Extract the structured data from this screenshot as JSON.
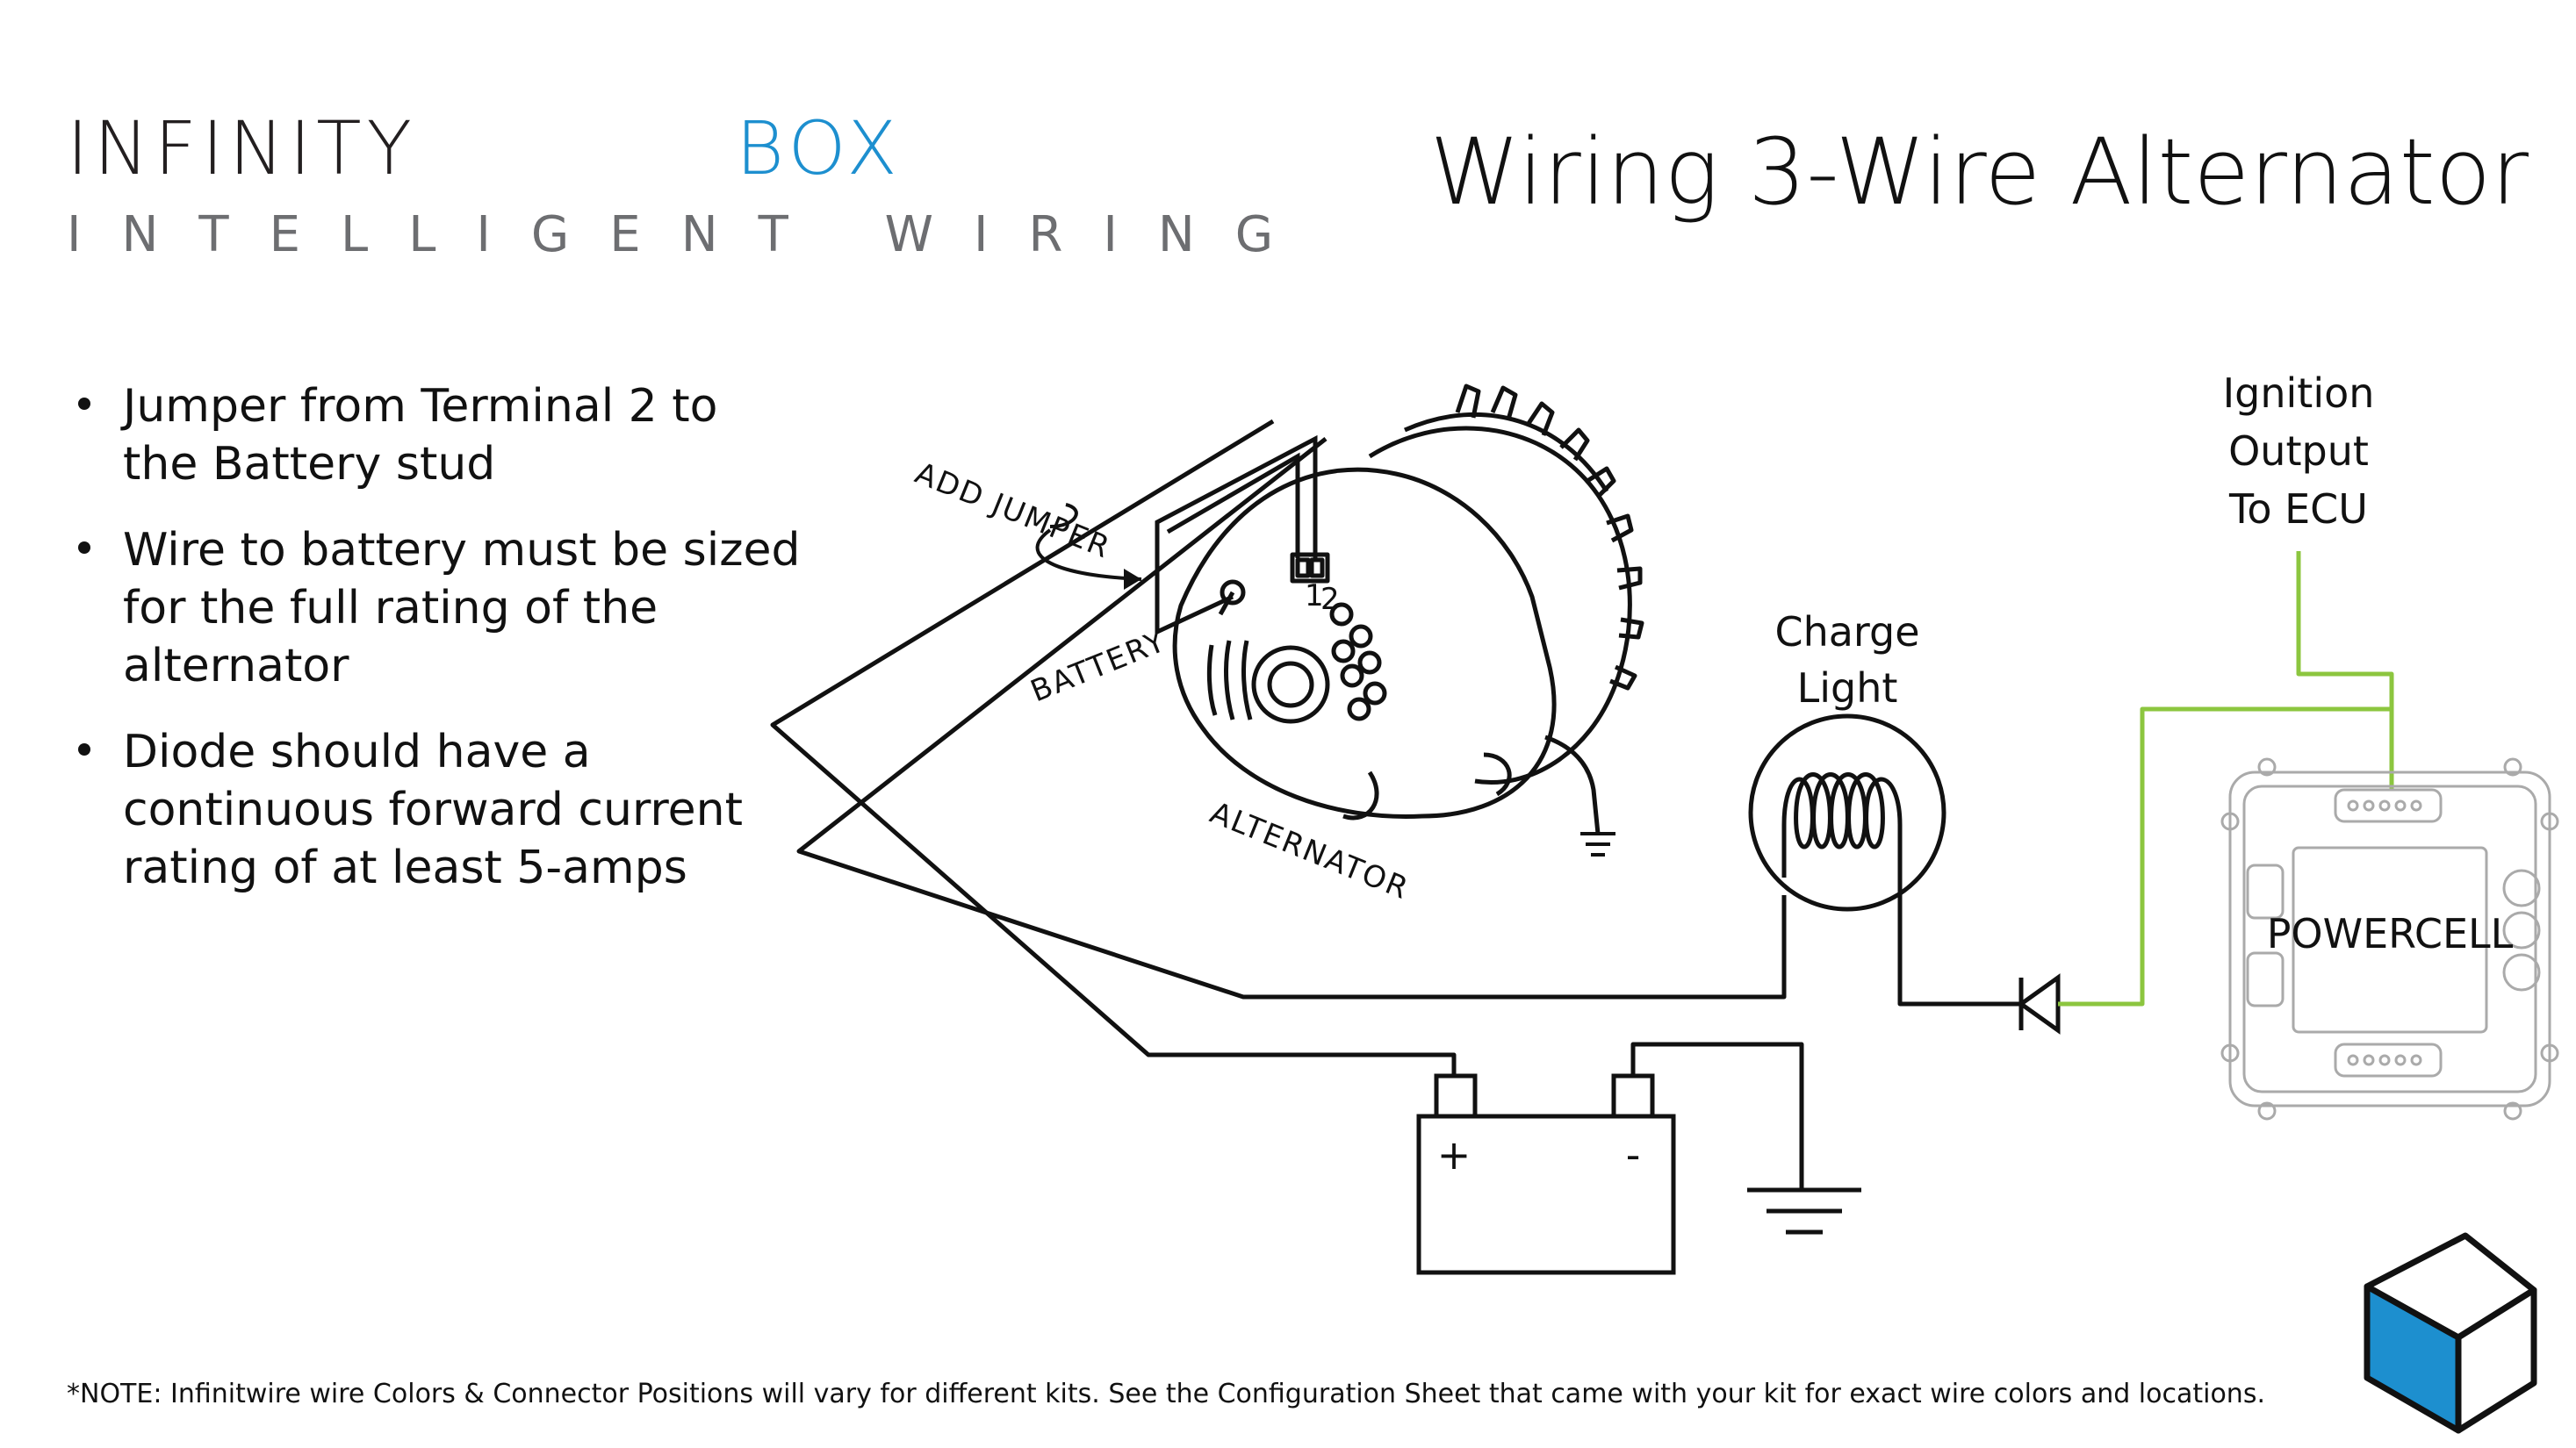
{
  "brand": {
    "word_dark": "INFINITY",
    "word_blue": "BOX",
    "tagline": "INTELLIGENT WIRING",
    "dark_color": "#231f20",
    "blue_color": "#1d8fcf",
    "tagline_color": "#6d6e71"
  },
  "title": "Wiring 3-Wire Alternator",
  "bullets": [
    {
      "lines": [
        "Jumper from Terminal 2 to",
        "the Battery stud"
      ]
    },
    {
      "lines": [
        "Wire to battery must be sized",
        "for the full rating of the",
        "alternator"
      ]
    },
    {
      "lines": [
        "Diode should have a",
        "continuous forward current",
        "rating of at least 5-amps"
      ]
    }
  ],
  "diagram": {
    "add_jumper_label": "ADD JUMPER",
    "battery_label": "BATTERY",
    "alternator_label": "ALTERNATOR",
    "terminal_labels": [
      "1",
      "2"
    ],
    "charge_light_lines": [
      "Charge",
      "Light"
    ],
    "ignition_lines": [
      "Ignition",
      "Output",
      "To ECU"
    ],
    "powercell_label": "POWERCELL",
    "battery_plus": "+",
    "battery_minus": "-",
    "green_wire_color": "#8cc63f",
    "wire_color": "#111111"
  },
  "footnote": "*NOTE: Infinitwire wire Colors & Connector Positions will vary for different kits.  See the Configuration Sheet that came with your kit for exact wire colors and locations."
}
